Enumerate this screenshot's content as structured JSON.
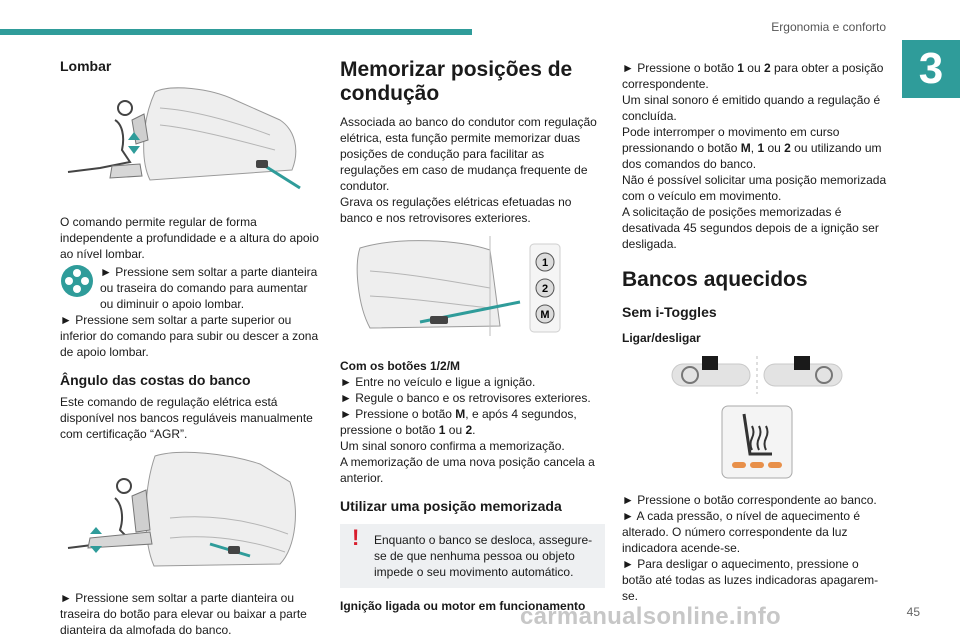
{
  "header": {
    "section_title": "Ergonomia e conforto",
    "chapter": "3",
    "accent_color": "#2f9c9a"
  },
  "col1": {
    "lombar_title": "Lombar",
    "lombar_text": "O comando permite regular de forma independente a profundidade e a altura do apoio ao nível lombar.",
    "lombar_bullet1": "► Pressione sem soltar a parte dianteira ou traseira do comando para aumentar ou diminuir o apoio lombar.",
    "lombar_bullet2": "► Pressione sem soltar a parte superior ou inferior do comando para subir ou descer a zona de apoio lombar.",
    "angulo_title": "Ângulo das costas do banco",
    "angulo_text": "Este comando de regulação elétrica está disponível nos bancos reguláveis manualmente com certificação “AGR”.",
    "angulo_bullet": "► Pressione sem soltar a parte dianteira ou traseira do botão para elevar ou baixar a parte dianteira da almofada do banco."
  },
  "col2": {
    "title": "Memorizar posições de condução",
    "intro": "Associada ao banco do condutor com regulação elétrica, esta função permite memorizar duas posições de condução para facilitar as regulações em caso de mudança frequente de condutor.",
    "intro2": "Grava os regulações elétricas efetuadas no banco e nos retrovisores exteriores.",
    "btn_labels": [
      "1",
      "2",
      "M"
    ],
    "buttons_title": "Com os botões 1/2/M",
    "step1": "► Entre no veículo e ligue a ignição.",
    "step2": "► Regule o banco e os retrovisores exteriores.",
    "step3a": "► Pressione o botão ",
    "step3b": "M",
    "step3c": ", e após 4 segundos, pressione o botão ",
    "step3d": "1",
    "step3e": " ou ",
    "step3f": "2",
    "step3g": ".",
    "confirm": "Um sinal sonoro confirma a memorização.",
    "cancel": "A memorização de uma nova posição cancela a anterior.",
    "use_title": "Utilizar uma posição memorizada",
    "warning": "Enquanto o banco se desloca, assegure-se de que nenhuma pessoa ou objeto impede o seu movimento automático.",
    "ignition_title": "Ignição ligada ou motor em funcionamento"
  },
  "col3": {
    "p1a": "► Pressione o botão ",
    "p1b": "1",
    "p1c": " ou ",
    "p1d": "2",
    "p1e": " para obter a posição correspondente.",
    "p2": "Um sinal sonoro é emitido quando a regulação é concluída.",
    "p3a": "Pode interromper o movimento em curso pressionando o botão ",
    "p3b": "M",
    "p3c": ", ",
    "p3d": "1",
    "p3e": " ou ",
    "p3f": "2",
    "p3g": " ou utilizando um dos comandos do banco.",
    "p4": "Não é possível solicitar uma posição memorizada com o veículo em movimento.",
    "p5": "A solicitação de posições memorizadas é desativada 45 segundos depois de a ignição ser desligada.",
    "heated_title": "Bancos aquecidos",
    "itoggles_title": "Sem i-Toggles",
    "onoff_title": "Ligar/desligar",
    "b1": "► Pressione o botão correspondente ao banco.",
    "b2": "► A cada pressão, o nível de aquecimento é alterado. O número correspondente da luz indicadora acende-se.",
    "b3": "► Para desligar o aquecimento, pressione o botão até todas as luzes indicadoras apagarem-se."
  },
  "footer": {
    "page_number": "45",
    "watermark": "carmanualsonline.info"
  }
}
